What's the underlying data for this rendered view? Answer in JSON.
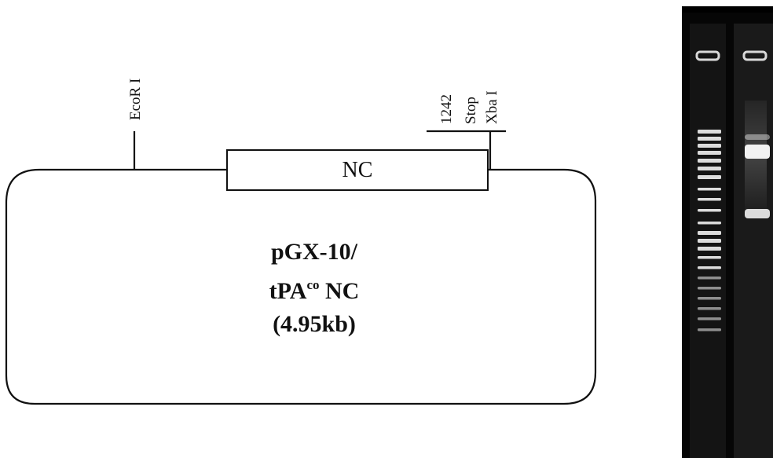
{
  "plasmid": {
    "gene_box_label": "NC",
    "name_line1": "pGX-10/",
    "name_line2_prefix": "tPA",
    "name_line2_superscript": "co",
    "name_line2_suffix": " NC",
    "size": "(4.95kb)"
  },
  "sites": {
    "ecori": "EcoR I",
    "position": "1242",
    "stop": "Stop",
    "xbai": "Xba I"
  },
  "gel": {
    "lanes": [
      {
        "name": "marker",
        "bands": 22
      },
      {
        "name": "sample",
        "bands": 3
      }
    ],
    "background_color": "#060606",
    "band_color": "#f2f2f2"
  }
}
